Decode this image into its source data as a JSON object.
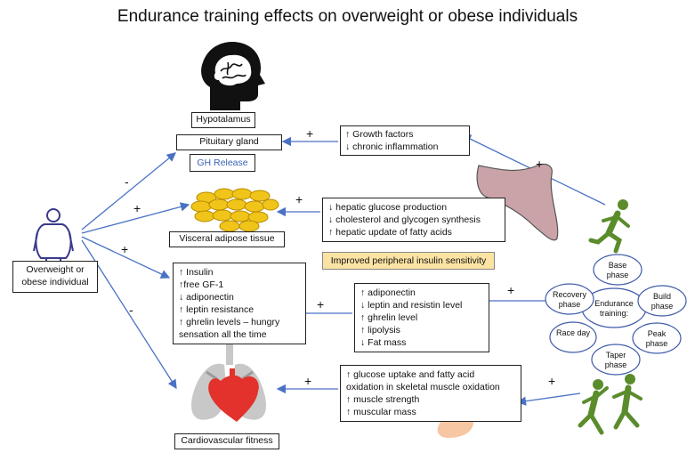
{
  "title": "Endurance training effects on overweight or obese individuals",
  "person": {
    "label": "Overweight or obese individual"
  },
  "brain_group": {
    "hypothalamus": "Hypotalamus",
    "pituitary": "Pituitary gland",
    "gh": "GH Release"
  },
  "growth_box": {
    "lines": [
      "↑ Growth factors",
      "↓ chronic inflammation"
    ]
  },
  "visceral": {
    "label": "Visceral adipose tissue"
  },
  "liver_box": {
    "lines": [
      "↓ hepatic glucose production",
      "↓ cholesterol and glycogen synthesis",
      "↑ hepatic update of fatty acids"
    ]
  },
  "insulin_note": "Improved peripheral insulin sensitivity",
  "hormone_box": {
    "lines": [
      "↑ Insulin",
      "↑free GF-1",
      "↓ adiponectin",
      "↑ leptin resistance",
      "↑ ghrelin levels – hungry",
      "sensation all the time"
    ]
  },
  "adipo_box": {
    "lines": [
      "↑ adiponectin",
      "↓ leptin and resistin level",
      "↑ ghrelin level",
      "↑ lipolysis",
      "↓ Fat mass"
    ]
  },
  "cardio": {
    "label": "Cardiovascular fitness"
  },
  "muscle_box": {
    "lines": [
      "↑ glucose uptake and fatty acid",
      "oxidation in skeletal muscle oxidation",
      "↑ muscle strength",
      "↑ muscular mass"
    ]
  },
  "training_cycle": {
    "center": "Endurance training:",
    "phases": [
      "Base phase",
      "Build phase",
      "Peak phase",
      "Taper phase",
      "Race day",
      "Recovery phase"
    ]
  },
  "signs": {
    "to_brain": "-",
    "to_visceral": "+",
    "to_hormone": "+",
    "to_cardio": "-",
    "growth_to_pituitary": "+",
    "runner_to_growth": "+",
    "liver_to_visceral": "+",
    "cycle_to_adipo": "+",
    "adipo_to_hormone": "+",
    "muscle_to_cardio": "+",
    "athletes_to_muscle": "+"
  },
  "colors": {
    "arrow": "#4a72c4",
    "note_fill": "#fbe3a4",
    "liver": "#c9a3a8",
    "runner": "#5b8c2c",
    "heart": "#e2322b",
    "lung": "#c8c8c8",
    "cycle_stroke": "#3d5aa8",
    "fat": "#f0c419"
  }
}
